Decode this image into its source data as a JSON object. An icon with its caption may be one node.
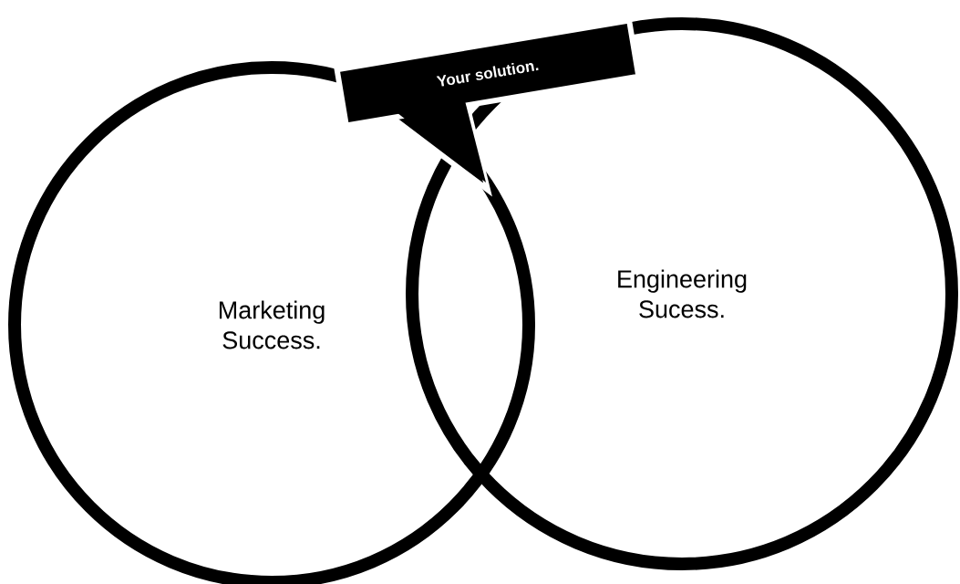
{
  "diagram": {
    "nodes": [
      {
        "text": [
          "Marketing Success."
        ]
      },
      {
        "text": [
          "Engineering Sucess."
        ]
      },
      {
        "text": [
          "Your solution."
        ]
      }
    ]
  }
}
